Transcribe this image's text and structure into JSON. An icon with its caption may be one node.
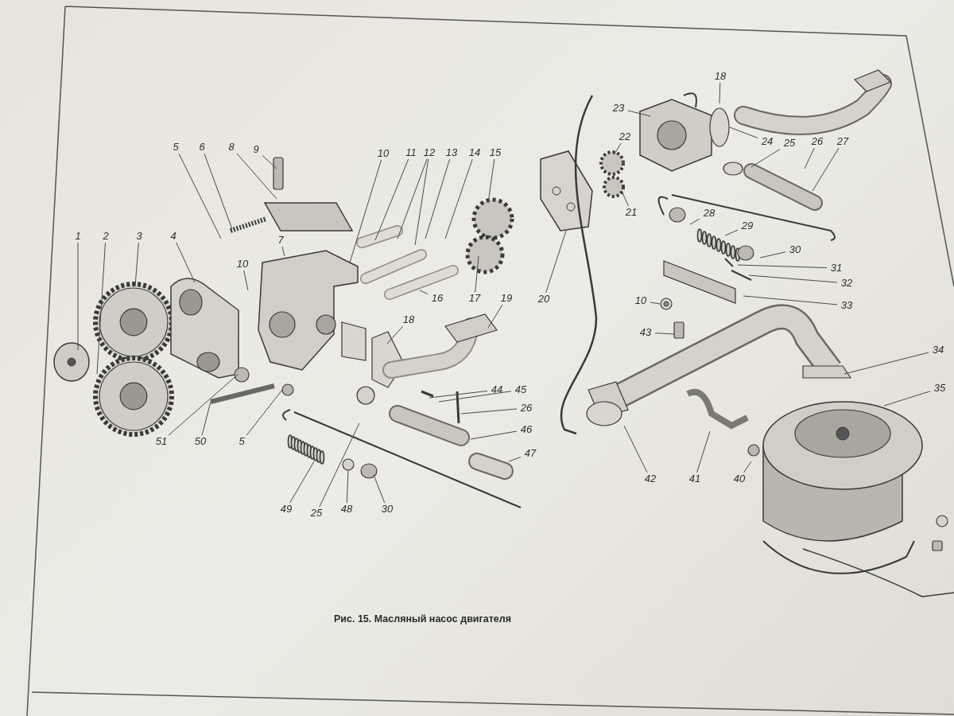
{
  "diagram": {
    "caption": "Рис. 15. Масляный насос двигателя",
    "nodes": [
      {
        "text": [
          "1"
        ]
      },
      {
        "text": [
          "2"
        ]
      },
      {
        "text": [
          "3"
        ]
      },
      {
        "text": [
          "4"
        ]
      },
      {
        "text": [
          "5"
        ]
      },
      {
        "text": [
          "6"
        ]
      },
      {
        "text": [
          "8"
        ]
      },
      {
        "text": [
          "9"
        ]
      },
      {
        "text": [
          "10"
        ]
      },
      {
        "text": [
          "11"
        ]
      },
      {
        "text": [
          "12"
        ]
      },
      {
        "text": [
          "13"
        ]
      },
      {
        "text": [
          "14"
        ]
      },
      {
        "text": [
          "15"
        ]
      },
      {
        "text": [
          "7"
        ]
      },
      {
        "text": [
          "10"
        ]
      },
      {
        "text": [
          "16"
        ]
      },
      {
        "text": [
          "17"
        ]
      },
      {
        "text": [
          "19"
        ]
      },
      {
        "text": [
          "18"
        ]
      },
      {
        "text": [
          "51"
        ]
      },
      {
        "text": [
          "50"
        ]
      },
      {
        "text": [
          "5"
        ]
      },
      {
        "text": [
          "49"
        ]
      },
      {
        "text": [
          "25"
        ]
      },
      {
        "text": [
          "48"
        ]
      },
      {
        "text": [
          "30"
        ]
      },
      {
        "text": [
          "44"
        ]
      },
      {
        "text": [
          "45"
        ]
      },
      {
        "text": [
          "26"
        ]
      },
      {
        "text": [
          "46"
        ]
      },
      {
        "text": [
          "47"
        ]
      },
      {
        "text": [
          "20"
        ]
      },
      {
        "text": [
          "21"
        ]
      },
      {
        "text": [
          "22"
        ]
      },
      {
        "text": [
          "23"
        ]
      },
      {
        "text": [
          "18"
        ]
      },
      {
        "text": [
          "24"
        ]
      },
      {
        "text": [
          "25"
        ]
      },
      {
        "text": [
          "26"
        ]
      },
      {
        "text": [
          "27"
        ]
      },
      {
        "text": [
          "28"
        ]
      },
      {
        "text": [
          "29"
        ]
      },
      {
        "text": [
          "30"
        ]
      },
      {
        "text": [
          "31"
        ]
      },
      {
        "text": [
          "32"
        ]
      },
      {
        "text": [
          "33"
        ]
      },
      {
        "text": [
          "10"
        ]
      },
      {
        "text": [
          "43"
        ]
      },
      {
        "text": [
          "34"
        ]
      },
      {
        "text": [
          "35"
        ]
      },
      {
        "text": [
          "42"
        ]
      },
      {
        "text": [
          "41"
        ]
      },
      {
        "text": [
          "40"
        ]
      }
    ],
    "edges": [
      {
        "from": 0,
        "to": null,
        "arrow": "none"
      },
      {
        "from": 1,
        "to": null,
        "arrow": "none"
      },
      {
        "from": 2,
        "to": null,
        "arrow": "none"
      },
      {
        "from": 3,
        "to": null,
        "arrow": "none"
      },
      {
        "from": 4,
        "to": null,
        "arrow": "none"
      },
      {
        "from": 5,
        "to": null,
        "arrow": "none"
      },
      {
        "from": 6,
        "to": null,
        "arrow": "none"
      },
      {
        "from": 7,
        "to": null,
        "arrow": "none"
      },
      {
        "from": 8,
        "to": null,
        "arrow": "none"
      },
      {
        "from": 9,
        "to": null,
        "arrow": "none"
      },
      {
        "from": 10,
        "to": null,
        "arrow": "none"
      },
      {
        "from": 10,
        "to": null,
        "arrow": "none"
      },
      {
        "from": 11,
        "to": null,
        "arrow": "none"
      },
      {
        "from": 12,
        "to": null,
        "arrow": "none"
      },
      {
        "from": 13,
        "to": null,
        "arrow": "none"
      },
      {
        "from": 14,
        "to": null,
        "arrow": "none"
      },
      {
        "from": 15,
        "to": null,
        "arrow": "none"
      },
      {
        "from": 16,
        "to": null,
        "arrow": "none"
      },
      {
        "from": 17,
        "to": null,
        "arrow": "none"
      },
      {
        "from": 18,
        "to": null,
        "arrow": "none"
      },
      {
        "from": 19,
        "to": null,
        "arrow": "none"
      },
      {
        "from": 20,
        "to": null,
        "arrow": "none"
      },
      {
        "from": 21,
        "to": null,
        "arrow": "none"
      },
      {
        "from": 22,
        "to": null,
        "arrow": "none"
      },
      {
        "from": 23,
        "to": null,
        "arrow": "none"
      },
      {
        "from": 24,
        "to": null,
        "arrow": "none"
      },
      {
        "from": 25,
        "to": null,
        "arrow": "none"
      },
      {
        "from": 26,
        "to": null,
        "arrow": "none"
      },
      {
        "from": 27,
        "to": null,
        "arrow": "none"
      },
      {
        "from": 28,
        "to": null,
        "arrow": "none"
      },
      {
        "from": 29,
        "to": null,
        "arrow": "none"
      },
      {
        "from": 30,
        "to": null,
        "arrow": "none"
      },
      {
        "from": 31,
        "to": null,
        "arrow": "none"
      },
      {
        "from": 32,
        "to": null,
        "arrow": "none"
      },
      {
        "from": 33,
        "to": null,
        "arrow": "none"
      },
      {
        "from": 34,
        "to": null,
        "arrow": "none"
      },
      {
        "from": 35,
        "to": null,
        "arrow": "none"
      },
      {
        "from": 36,
        "to": null,
        "arrow": "none"
      },
      {
        "from": 37,
        "to": null,
        "arrow": "none"
      },
      {
        "from": 38,
        "to": null,
        "arrow": "none"
      },
      {
        "from": 39,
        "to": null,
        "arrow": "none"
      },
      {
        "from": 40,
        "to": null,
        "arrow": "none"
      },
      {
        "from": 41,
        "to": null,
        "arrow": "none"
      },
      {
        "from": 42,
        "to": null,
        "arrow": "none"
      },
      {
        "from": 43,
        "to": null,
        "arrow": "none"
      },
      {
        "from": 44,
        "to": null,
        "arrow": "none"
      },
      {
        "from": 45,
        "to": null,
        "arrow": "none"
      },
      {
        "from": 46,
        "to": null,
        "arrow": "none"
      },
      {
        "from": 47,
        "to": null,
        "arrow": "none"
      },
      {
        "from": 48,
        "to": null,
        "arrow": "none"
      },
      {
        "from": 49,
        "to": null,
        "arrow": "none"
      },
      {
        "from": 50,
        "to": null,
        "arrow": "none"
      },
      {
        "from": 51,
        "to": null,
        "arrow": "none"
      },
      {
        "from": 52,
        "to": null,
        "arrow": "none"
      },
      {
        "from": 53,
        "to": null,
        "arrow": "none"
      }
    ]
  }
}
